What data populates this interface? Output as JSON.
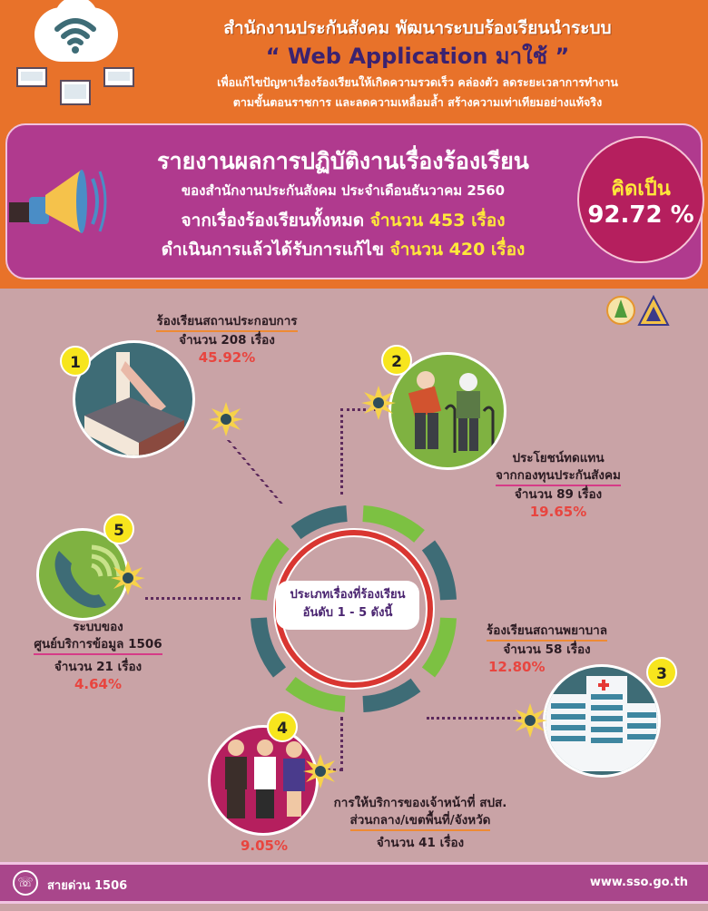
{
  "header": {
    "title": "สำนักงานประกันสังคม พัฒนาระบบร้องเรียนนำระบบ",
    "subtitle": "“ Web Application มาใช้ ”",
    "description_line1": "เพื่อแก้ไขปัญหาเรื่องร้องเรียนให้เกิดความรวดเร็ว คล่องตัว ลดระยะเวลาการทำงาน",
    "description_line2": "ตามขั้นตอนราชการ และลดความเหลื่อมล้ำ สร้างความเท่าเทียมอย่างแท้จริง",
    "icons": [
      "cloud-wifi-icon",
      "laptop-icon",
      "desktop-icon",
      "laptop-icon"
    ]
  },
  "report": {
    "title": "รายงานผลการปฏิบัติงานเรื่องร้องเรียน",
    "period": "ของสำนักงานประกันสังคม ประจำเดือนธันวาคม 2560",
    "total_prefix": "จากเรื่องร้องเรียนทั้งหมด",
    "total_value": "จำนวน 453 เรื่อง",
    "resolved_prefix": "ดำเนินการแล้วได้รับการแก้ไข",
    "resolved_value": "จำนวน 420 เรื่อง",
    "rate_label": "คิดเป็น",
    "rate_value": "92.72 %"
  },
  "center": {
    "line1": "ประเภทเรื่องที่ร้องเรียน",
    "line2": "อันดับ 1 - 5 ดังนี้"
  },
  "categories": [
    {
      "rank": "1",
      "title": "ร้องเรียนสถานประกอบการ",
      "count": "จำนวน 208 เรื่อง",
      "percent": "45.92%",
      "icon": "factory-icon"
    },
    {
      "rank": "2",
      "title_line1": "ประโยชน์ทดแทน",
      "title_line2": "จากกองทุนประกันสังคม",
      "count": "จำนวน 89 เรื่อง",
      "percent": "19.65%",
      "icon": "elderly-people-icon"
    },
    {
      "rank": "3",
      "title": "ร้องเรียนสถานพยาบาล",
      "count": "จำนวน 58 เรื่อง",
      "percent": "12.80%",
      "icon": "hospital-icon"
    },
    {
      "rank": "4",
      "title_line1": "การให้บริการของเจ้าหน้าที่ สปส.",
      "title_line2": "ส่วนกลาง/เขตพื้นที่/จังหวัด",
      "count": "จำนวน 41 เรื่อง",
      "percent": "9.05%",
      "icon": "officers-icon"
    },
    {
      "rank": "5",
      "title_line1": "ระบบของ",
      "title_line2": "ศูนย์บริการข้อมูล 1506",
      "count": "จำนวน 21 เรื่อง",
      "percent": "4.64%",
      "icon": "phone-icon"
    }
  ],
  "chart_data": {
    "type": "pie",
    "title": "ประเภทเรื่องที่ร้องเรียน อันดับ 1 - 5",
    "categories": [
      "ร้องเรียนสถานประกอบการ",
      "ประโยชน์ทดแทนจากกองทุนประกันสังคม",
      "ร้องเรียนสถานพยาบาล",
      "การให้บริการของเจ้าหน้าที่ สปส.",
      "ระบบของศูนย์บริการข้อมูล 1506"
    ],
    "values": [
      208,
      89,
      58,
      41,
      21
    ],
    "percentages": [
      45.92,
      19.65,
      12.8,
      9.05,
      4.64
    ],
    "total_complaints": 453,
    "resolved": 420,
    "resolved_rate": 92.72
  },
  "footer": {
    "hotline": "สายด่วน 1506",
    "website": "www.sso.go.th"
  },
  "colors": {
    "header_bg": "#e8722a",
    "report_bg": "#b03a8e",
    "rate_circle": "#b51f5e",
    "highlight_yellow": "#ffe83a",
    "percent_red": "#e8453f",
    "body_bg": "#c9a3a6",
    "ring_green": "#7cc142",
    "ring_teal": "#3e6c76",
    "footer_bg": "#a9468b"
  }
}
